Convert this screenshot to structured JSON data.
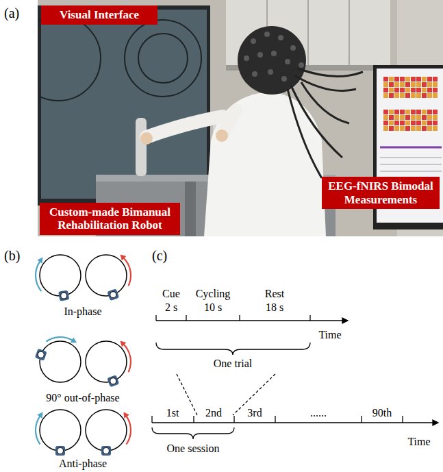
{
  "diagram": {
    "nodes": [
      {
        "text": [
          "Visual Interface"
        ]
      },
      {
        "text": [
          "Custom-made Bimanual Rehabilitation Robot"
        ]
      },
      {
        "text": [
          "EEG-fNIRS Bimodal Measurements"
        ]
      }
    ],
    "labels": [
      "(a)",
      "(b)",
      "In-phase",
      "90° out-of-phase",
      "Anti-phase",
      "(c)",
      "Cue",
      "Cycling",
      "Rest",
      "2 s",
      "10 s",
      "18 s",
      "Time",
      "One trial",
      "1st",
      "2nd",
      "3rd",
      "......",
      "90th",
      "Time",
      "One session"
    ]
  }
}
